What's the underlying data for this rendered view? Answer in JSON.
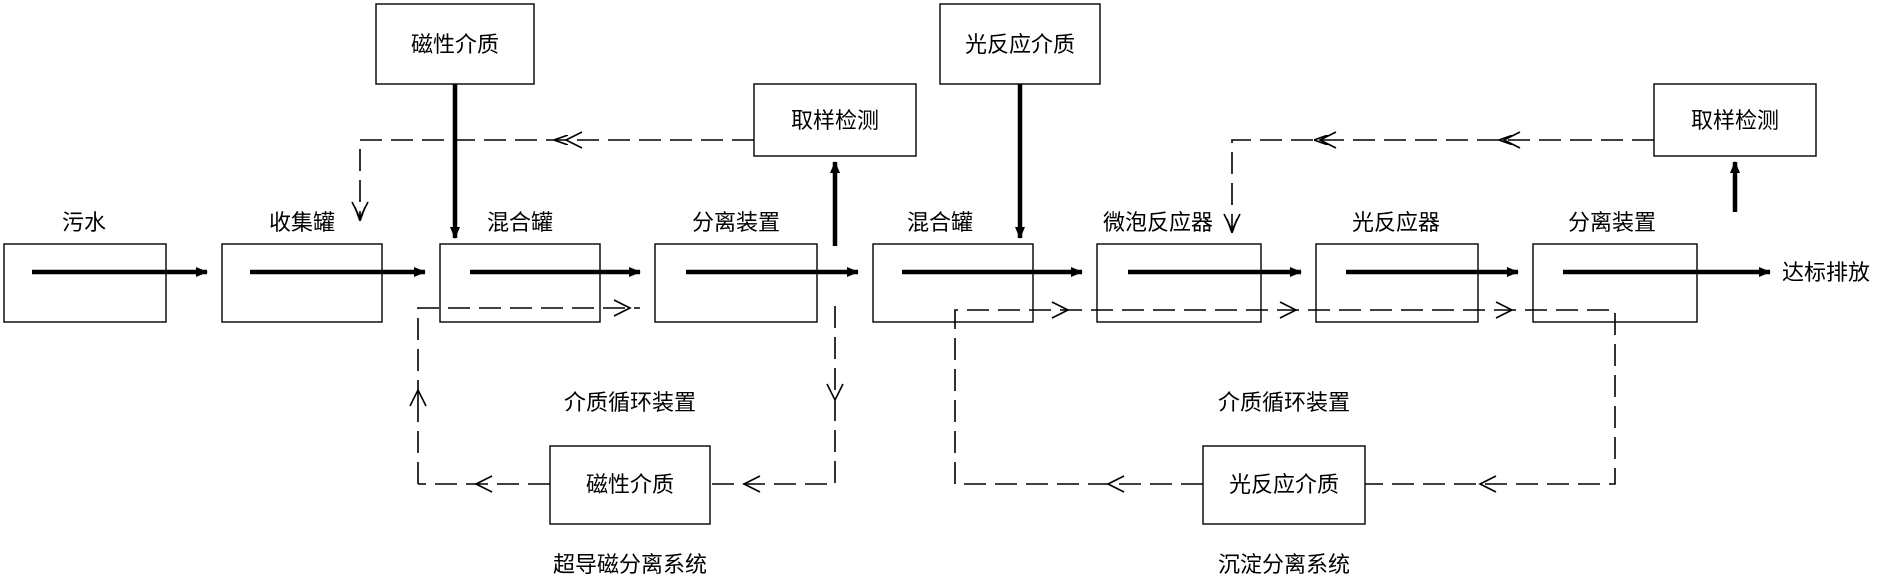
{
  "nodes": {
    "sewage": "污水",
    "collection_tank": "收集罐",
    "mixing_tank_1": "混合罐",
    "separation_device_1": "分离装置",
    "mixing_tank_2": "混合罐",
    "microbubble_reactor": "微泡反应器",
    "photoreactor": "光反应器",
    "separation_device_2": "分离装置"
  },
  "inputs": {
    "magnetic_medium_top": "磁性介质",
    "photoreactive_medium_top": "光反应介质",
    "sampling_1": "取样检测",
    "sampling_2": "取样检测",
    "discharge": "达标排放"
  },
  "loops": {
    "recycle_label_1": "介质循环装置",
    "magnetic_medium_loop": "磁性介质",
    "system_label_1": "超导磁分离系统",
    "recycle_label_2": "介质循环装置",
    "photoreactive_medium_loop": "光反应介质",
    "system_label_2": "沉淀分离系统"
  }
}
